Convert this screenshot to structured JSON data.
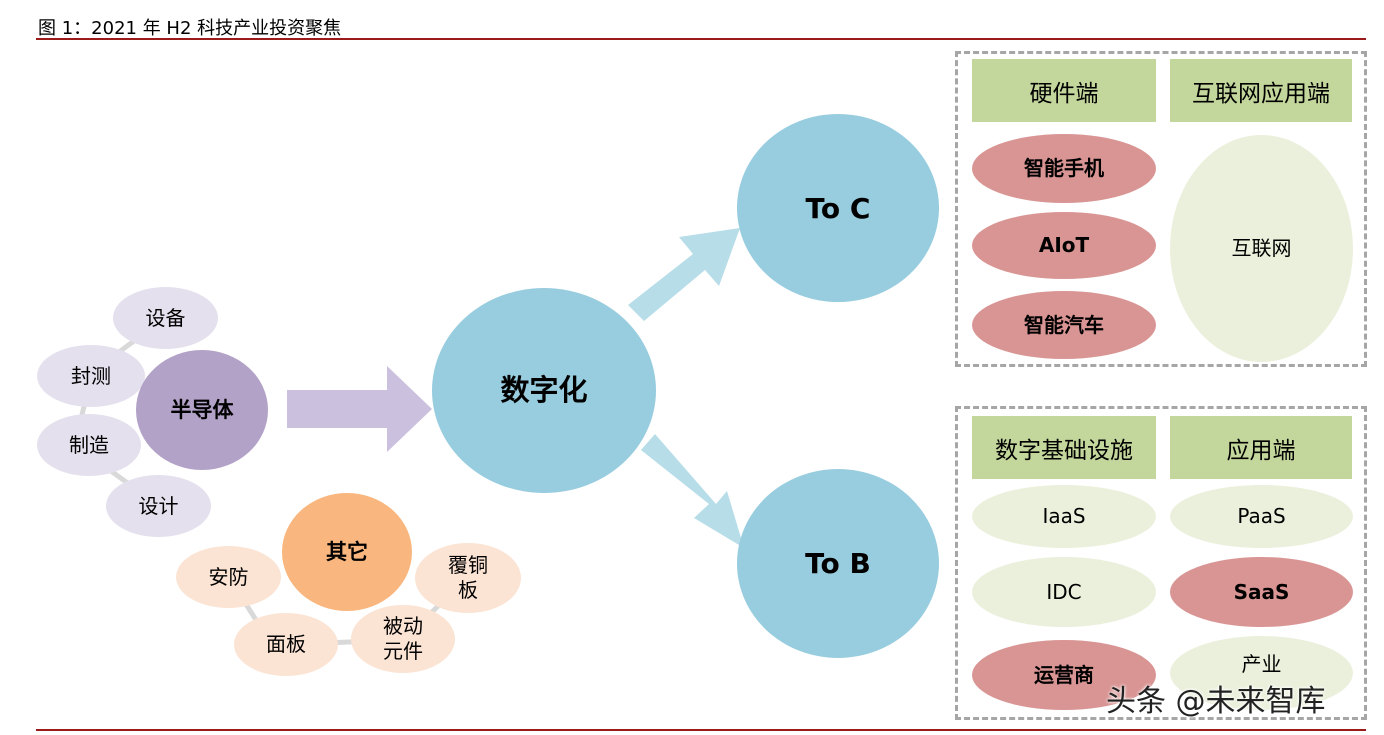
{
  "title": "图 1：2021 年 H2  科技产业投资聚焦",
  "semiconductor": {
    "center": "半导体",
    "items": [
      "设备",
      "封测",
      "制造",
      "设计"
    ]
  },
  "others": {
    "center": "其它",
    "items": [
      "安防",
      "面板",
      "被动\n元件",
      "覆铜\n板"
    ]
  },
  "digitalization": "数字化",
  "to_c": "To C",
  "to_b": "To B",
  "toc_panel": {
    "headers": [
      "硬件端",
      "互联网应用端"
    ],
    "hardware": [
      "智能手机",
      "AIoT",
      "智能汽车"
    ],
    "internet": "互联网"
  },
  "tob_panel": {
    "headers": [
      "数字基础设施",
      "应用端"
    ],
    "infrastructure": [
      "IaaS",
      "IDC",
      "运营商"
    ],
    "application": [
      "PaaS",
      "SaaS",
      "产业"
    ]
  },
  "watermark": "头条 @未来智库",
  "colors": {
    "rule": "#9b1b1b",
    "semiconductor": "#b3a2c7",
    "others": "#f9b77f",
    "hub": "#98cddf",
    "header": "#c3d69b",
    "highlight": "#d99594",
    "neutral": "#ebf0dc"
  }
}
